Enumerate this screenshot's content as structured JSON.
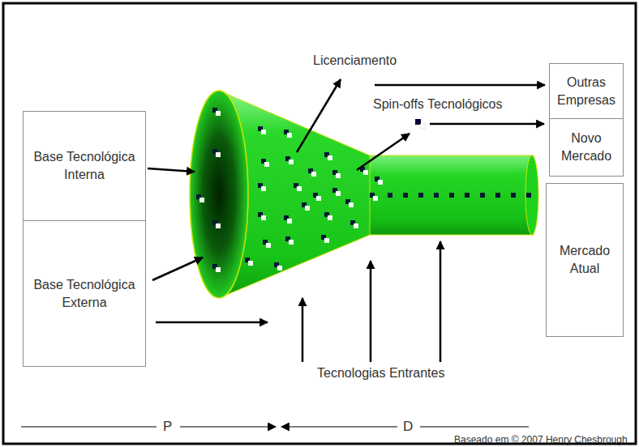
{
  "diagram": {
    "nodes": [
      {
        "text": [
          "Base Tecnológica Interna"
        ]
      },
      {
        "text": [
          "Base Tecnológica Externa"
        ]
      },
      {
        "text": [
          "Outras Empresas"
        ]
      },
      {
        "text": [
          "Novo Mercado"
        ]
      },
      {
        "text": [
          "Mercado Atual"
        ]
      }
    ],
    "labels": [
      "Licenciamento",
      "Spin-offs Tecnológicos",
      "Tecnologias Entrantes",
      "P",
      "D",
      "Baseado em © 2007 Henry Chesbrough"
    ]
  }
}
